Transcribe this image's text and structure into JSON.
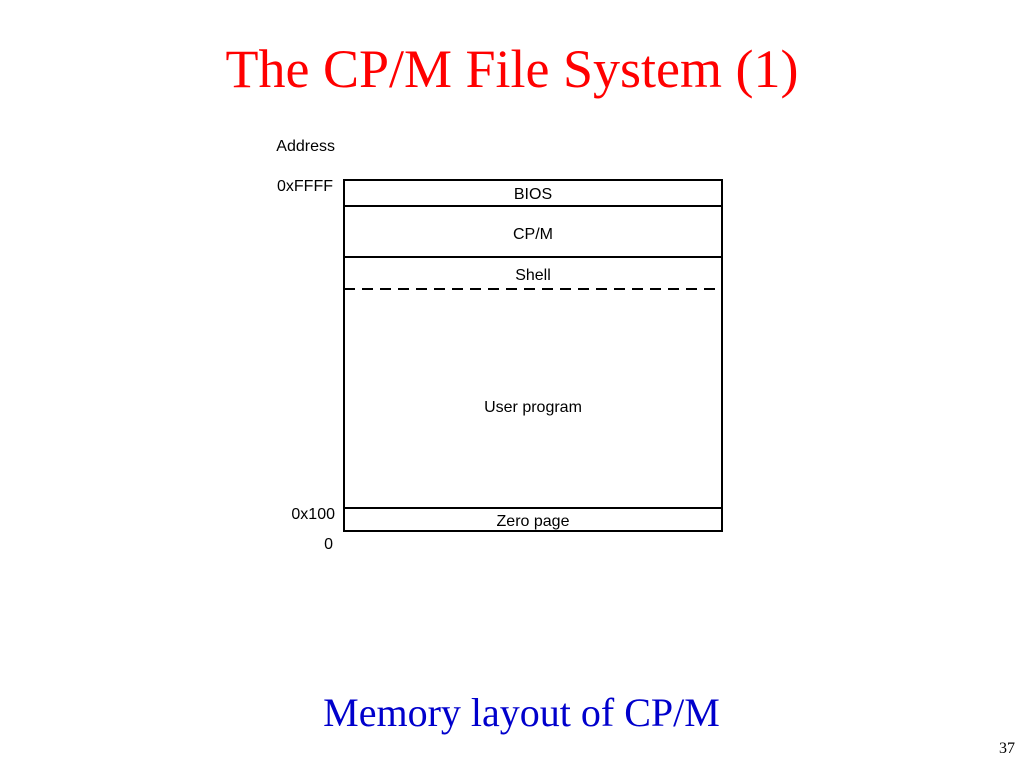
{
  "slide": {
    "title": "The CP/M File System (1)",
    "caption": "Memory layout of CP/M",
    "page_number": "37"
  },
  "diagram": {
    "address_header": "Address",
    "addresses": {
      "top": "0xFFFF",
      "tpa_start": "0x100",
      "bottom": "0"
    },
    "regions": {
      "bios": "BIOS",
      "cpm": "CP/M",
      "shell": "Shell",
      "user_program": "User program",
      "zero_page": "Zero page"
    }
  }
}
